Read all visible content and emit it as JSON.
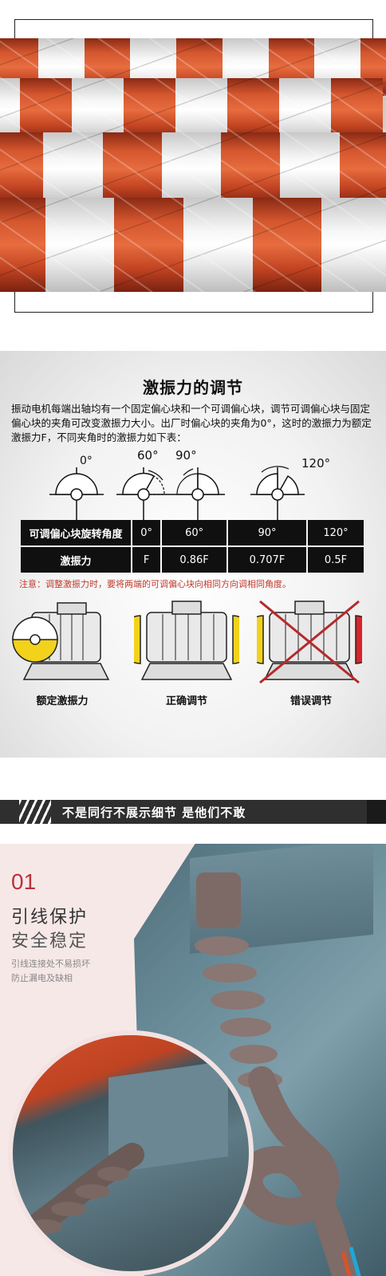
{
  "adjustment": {
    "title": "激振力的调节",
    "description": "振动电机每端出轴均有一个固定偏心块和一个可调偏心块，调节可调偏心块与固定偏心块的夹角可改变激振力大小。出厂时偏心块的夹角为0°，这时的激振力为额定激振力F，不同夹角时的激振力如下表：",
    "angle_labels": [
      "0°",
      "60°",
      "90°",
      "120°"
    ],
    "table": {
      "row1": {
        "label": "可调偏心块旋转角度",
        "values": [
          "0°",
          "60°",
          "90°",
          "120°"
        ]
      },
      "row2": {
        "label": "激振力",
        "values": [
          "F",
          "0.86F",
          "0.707F",
          "0.5F"
        ]
      }
    },
    "note": "注意：调整激振力时，要将两端的可调偏心块向相同方向调相同角度。",
    "captions": [
      "额定激振力",
      "正确调节",
      "错误调节"
    ]
  },
  "banner": {
    "text": "不是同行不展示细节  是他们不敢"
  },
  "feature": {
    "number": "01",
    "title_line1": "引线保护",
    "title_line2": "安全稳定",
    "desc_line1": "引线连接处不易损坏",
    "desc_line2": "防止漏电及缺相"
  },
  "colors": {
    "accent_red": "#b8333b",
    "motor_orange": "#d4562e",
    "weight_yellow": "#f2d21b"
  }
}
